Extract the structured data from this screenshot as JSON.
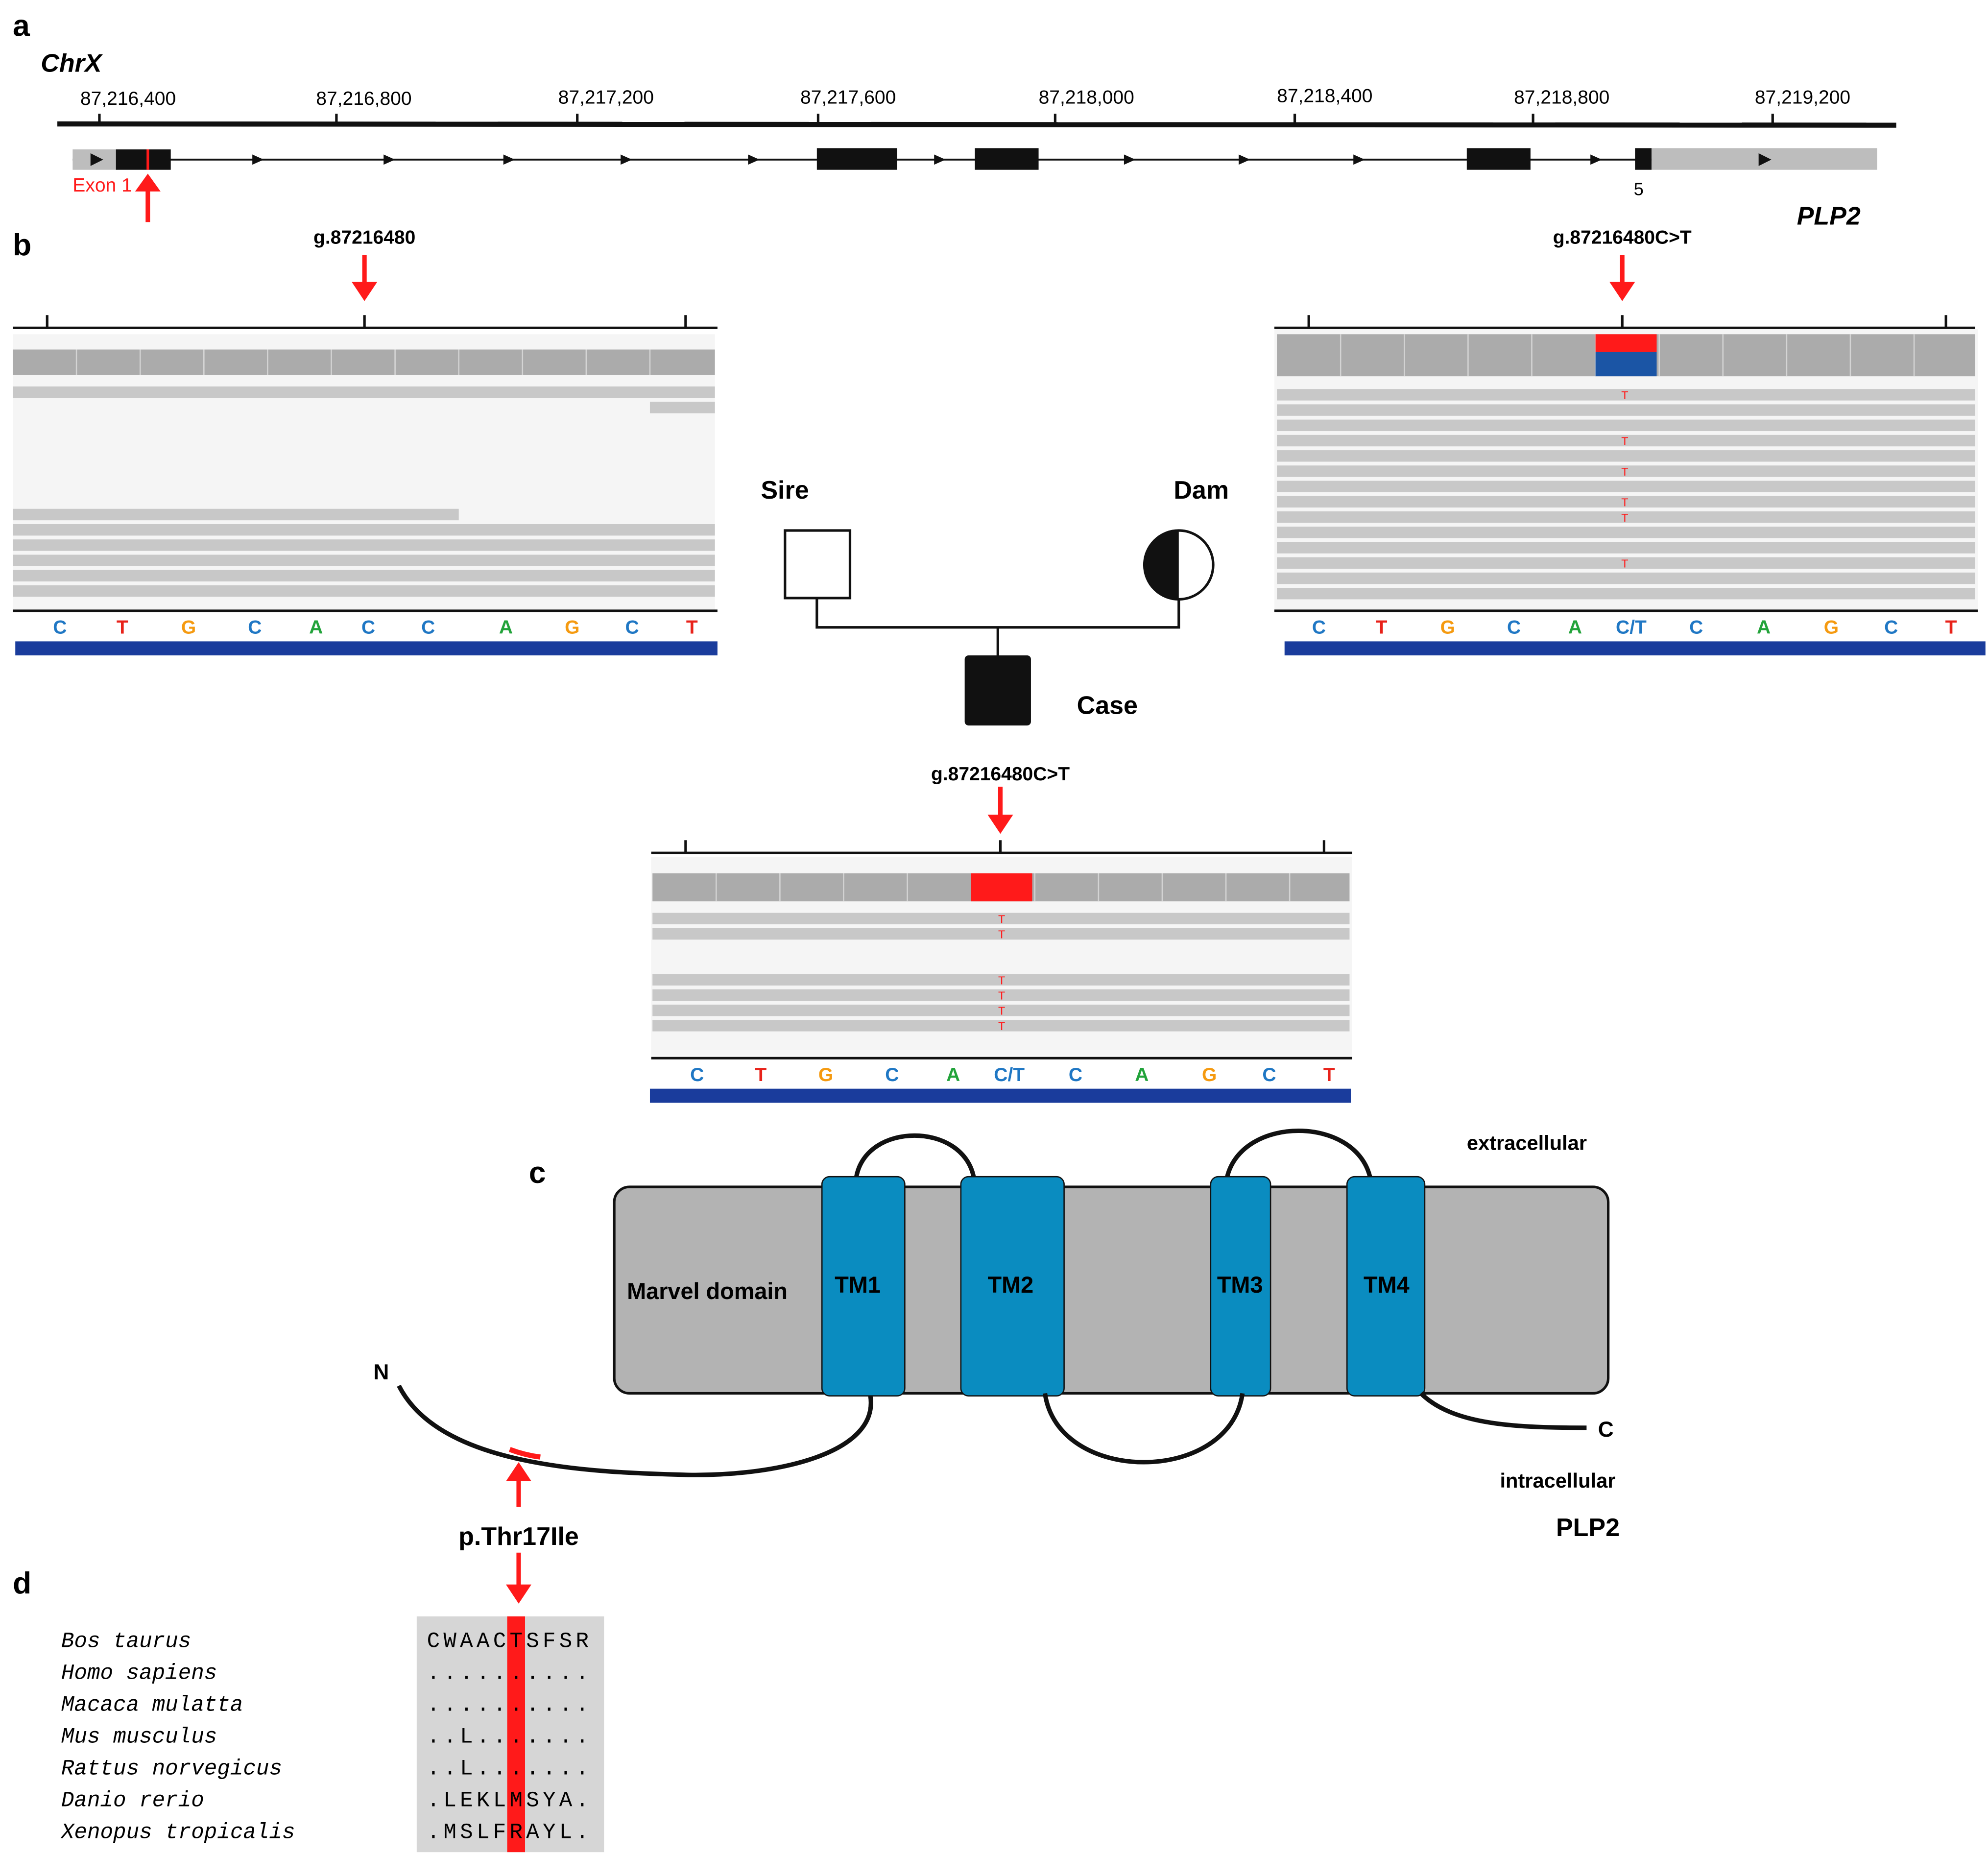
{
  "colors": {
    "red": "#ff1a1a",
    "black": "#111111",
    "gray_gene": "#bdbdbd",
    "gray_read": "#c8c8c8",
    "gray_cov": "#ababab",
    "blue_track": "#1a3c9c",
    "tm_blue": "#0a8cc0",
    "membrane_gray": "#b3b3b3",
    "base_C": "#1f77c4",
    "base_T": "#e8221a",
    "base_G": "#f59a10",
    "base_A": "#22a33a",
    "dam_blue": "#1b55a5"
  },
  "panel_a": {
    "label": "a",
    "chromosome": "ChrX",
    "ticks": [
      "87,216,400",
      "87,216,800",
      "87,217,200",
      "87,217,600",
      "87,218,000",
      "87,218,400",
      "87,218,800",
      "87,219,200"
    ],
    "exon1_label": "Exon 1",
    "exon5_label": "5",
    "gene_name": "PLP2"
  },
  "panel_b": {
    "label": "b",
    "sire_position_label": "g.87216480",
    "dam_variant_label": "g.87216480C>T",
    "case_variant_label": "g.87216480C>T",
    "reference_bases": [
      "C",
      "T",
      "G",
      "C",
      "A",
      "C",
      "C",
      "A",
      "G",
      "C",
      "T"
    ],
    "variant_base_text": "C/T",
    "alt_base": "T",
    "pedigree": {
      "sire_label": "Sire",
      "dam_label": "Dam",
      "case_label": "Case"
    }
  },
  "panel_c": {
    "label": "c",
    "extracellular_label": "extracellular",
    "intracellular_label": "intracellular",
    "domain_label": "Marvel domain",
    "tm_labels": [
      "TM1",
      "TM2",
      "TM3",
      "TM4"
    ],
    "n_term": "N",
    "c_term": "C",
    "protein_name": "PLP2",
    "variant_label": "p.Thr17Ile"
  },
  "panel_d": {
    "label": "d",
    "alignment": [
      {
        "species": "Bos taurus",
        "seq": "CWAACTSFSR"
      },
      {
        "species": "Homo sapiens",
        "seq": ".........."
      },
      {
        "species": "Macaca mulatta",
        "seq": ".........."
      },
      {
        "species": "Mus musculus",
        "seq": "..L......."
      },
      {
        "species": "Rattus norvegicus",
        "seq": "..L......."
      },
      {
        "species": "Danio rerio",
        "seq": ".LEKLMSYA."
      },
      {
        "species": "Xenopus tropicalis",
        "seq": ".MSLFRAYL."
      }
    ]
  }
}
